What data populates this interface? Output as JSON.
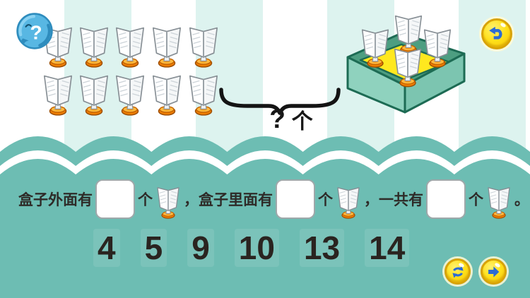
{
  "app": {
    "title": "counting-books-in-box-exercise"
  },
  "mascot": {
    "mark": "?"
  },
  "question": {
    "mark": "?",
    "unit": "个"
  },
  "scene": {
    "outside_count": 10,
    "outside_rows": 2,
    "outside_per_row": 5,
    "inside_count": 4
  },
  "sentence": {
    "p0": "盒子外面有",
    "unit": "个",
    "p1": "，盒子里面有",
    "p2": "，一共有",
    "end": "。",
    "answers": [
      "",
      "",
      ""
    ]
  },
  "options": {
    "values": [
      "4",
      "5",
      "9",
      "10",
      "13",
      "14"
    ]
  },
  "icons": {
    "mascot": "dolphin-question-icon",
    "back": "back-undo-arrow-icon",
    "replay": "replay-arrows-icon",
    "next": "arrow-right-icon",
    "book": "open-book-on-stand-icon",
    "box": "open-box-icon"
  },
  "colors": {
    "teal_panel": "#6dbdb3",
    "bg_stripe": "#ddf3ef",
    "bg_white": "#ffffff",
    "box_floor_yellow": "#ffe81f",
    "box_wall_green": "#8fd2be",
    "box_outline_green": "#1d6b54",
    "base_orange": "#f28c05",
    "button_gold": "#ffe11c",
    "icon_blue": "#2b6bd4",
    "text_dark": "#2e2b28"
  }
}
